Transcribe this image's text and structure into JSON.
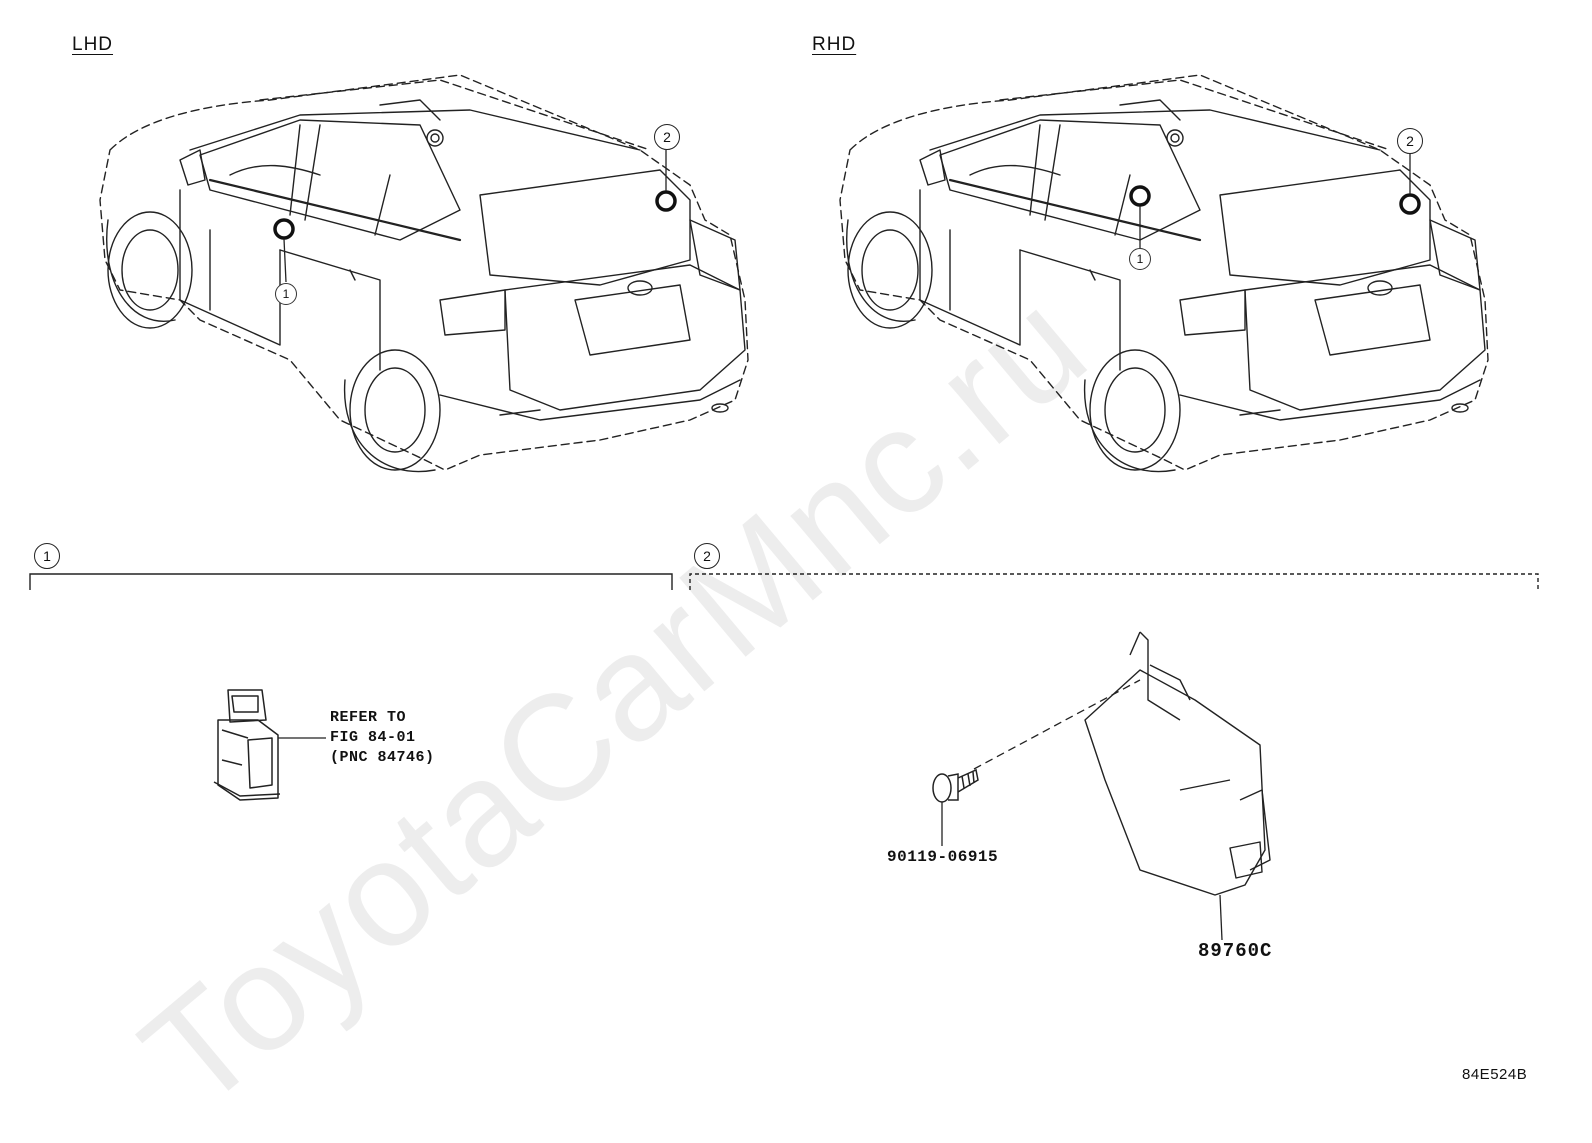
{
  "variants": {
    "lhd": {
      "label": "LHD"
    },
    "rhd": {
      "label": "RHD"
    }
  },
  "callouts": {
    "one": "1",
    "two": "2"
  },
  "sections": {
    "section1": {
      "callout": "1",
      "note": "REFER TO\nFIG 84-01\n(PNC 84746)"
    },
    "section2": {
      "callout": "2",
      "bolt_part": "90119-06915",
      "module_part": "89760C"
    }
  },
  "diagram_code": "84E524B",
  "watermark": "ToyotaCarMnc.ru"
}
